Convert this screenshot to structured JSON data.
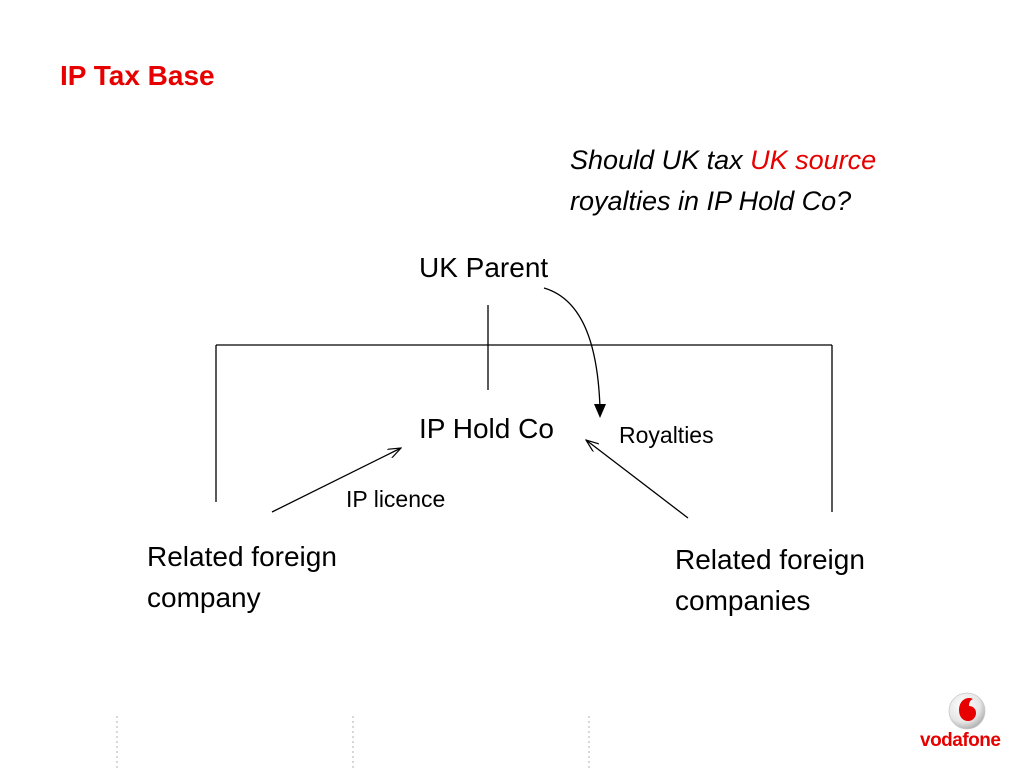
{
  "slide": {
    "title": "IP Tax Base",
    "question": {
      "part1": "Should UK tax ",
      "highlight": "UK source",
      "part2": "royalties in IP Hold Co?"
    }
  },
  "diagram": {
    "nodes": {
      "uk_parent": "UK Parent",
      "ip_hold_co": "IP Hold Co",
      "related_foreign_company_line1": "Related foreign",
      "related_foreign_company_line2": "company",
      "related_foreign_companies_line1": "Related foreign",
      "related_foreign_companies_line2": "companies"
    },
    "edge_labels": {
      "royalties": "Royalties",
      "ip_licence": "IP licence"
    }
  },
  "brand": {
    "logo_icon": "vodafone-speechmark-icon",
    "name": "vodafone",
    "accent_color": "#e60000"
  }
}
